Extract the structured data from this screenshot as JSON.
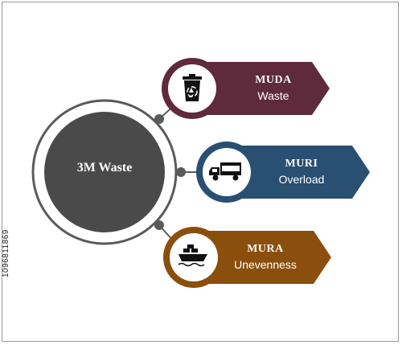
{
  "center": {
    "title": "3M Waste"
  },
  "items": [
    {
      "title": "MUDA",
      "subtitle": "Waste",
      "icon": "recycle-bin-icon",
      "color": "#5e2a3c"
    },
    {
      "title": "MURI",
      "subtitle": "Overload",
      "icon": "delivery-truck-icon",
      "color": "#294f72"
    },
    {
      "title": "MURA",
      "subtitle": "Unevenness",
      "icon": "cargo-ship-icon",
      "color": "#8a4f0d"
    }
  ],
  "colors": {
    "circle": "#4a4a4a",
    "ring": "#5a5a5a",
    "background": "#ffffff"
  },
  "side_id": "1096811869"
}
